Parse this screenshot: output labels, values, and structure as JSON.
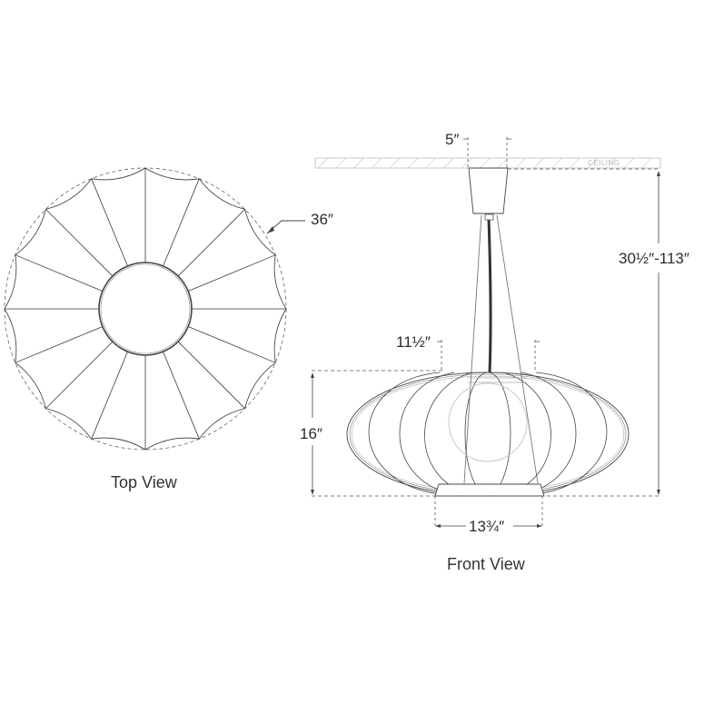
{
  "diagram": {
    "type": "technical dimension drawing",
    "subject": "pendant light fixture",
    "top_view": {
      "caption": "Top View",
      "diameter_label": "36″",
      "rib_count": 16
    },
    "front_view": {
      "caption": "Front View",
      "ceiling_label": "CEILING",
      "canopy_width_label": "5″",
      "overall_height_label": "30½″-113″",
      "shade_top_opening_label": "11½″",
      "shade_height_label": "16″",
      "base_width_label": "13¾″"
    },
    "colors": {
      "line": "#3a3a3a",
      "dim_line": "#555555",
      "hatch": "#bdbdbd",
      "bulb": "#c8c8c8",
      "cord": "#333333"
    }
  }
}
